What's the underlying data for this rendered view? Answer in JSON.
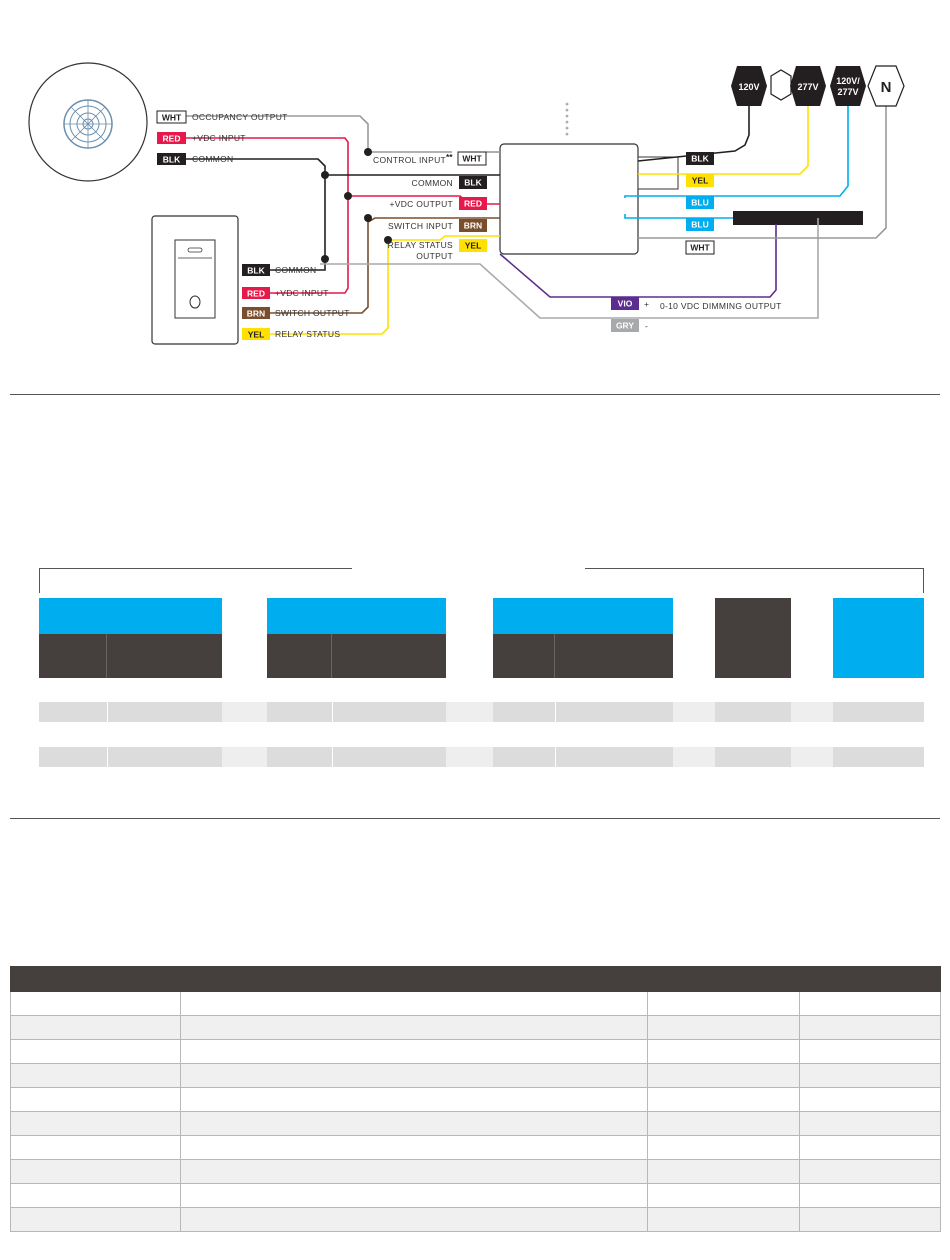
{
  "sensor_leads": {
    "occupancy": {
      "color": "WHT",
      "label": "OCCUPANCY OUTPUT"
    },
    "vdc_input": {
      "color": "RED",
      "label": "+VDC INPUT"
    },
    "common": {
      "color": "BLK",
      "label": "COMMON"
    }
  },
  "switch_leads": {
    "common": {
      "color": "BLK",
      "label": "COMMON"
    },
    "vdc_input": {
      "color": "RED",
      "label": "+VDC INPUT"
    },
    "switch_output": {
      "color": "BRN",
      "label": "SWITCH OUTPUT"
    },
    "relay_status": {
      "color": "YEL",
      "label": "RELAY STATUS"
    }
  },
  "pack_inputs": {
    "control_input": {
      "label": "CONTROL INPUT",
      "mark": "**",
      "color": "WHT"
    },
    "common": {
      "label": "COMMON",
      "color": "BLK"
    },
    "vdc_output": {
      "label": "+VDC OUTPUT",
      "color": "RED"
    },
    "switch_input": {
      "label": "SWITCH INPUT",
      "color": "BRN"
    },
    "relay_status_output": {
      "label_line1": "RELAY STATUS",
      "label_line2": "OUTPUT",
      "color": "YEL"
    }
  },
  "pack_outputs": {
    "blk": "BLK",
    "yel": "YEL",
    "blu1": "BLU",
    "blu2": "BLU",
    "wht": "WHT"
  },
  "dimming": {
    "vio": "VIO",
    "plus": "+",
    "gry": "GRY",
    "minus": "-",
    "label": "0-10 VDC DIMMING OUTPUT"
  },
  "voltage_terminals": {
    "v120": "120V",
    "v277": "277V",
    "v120_277_line1": "120V/",
    "v120_277_line2": "277V",
    "neutral": "N"
  },
  "colors": {
    "red": "#e5194a",
    "black": "#231f20",
    "white_wire": "#9a9a9a",
    "brown": "#7a4e2c",
    "yellow": "#ffe000",
    "blue": "#00adee",
    "violet": "#5b2d8e",
    "grey": "#a7a9ac",
    "table_header": "#45403d",
    "cyan_header": "#00adee"
  }
}
